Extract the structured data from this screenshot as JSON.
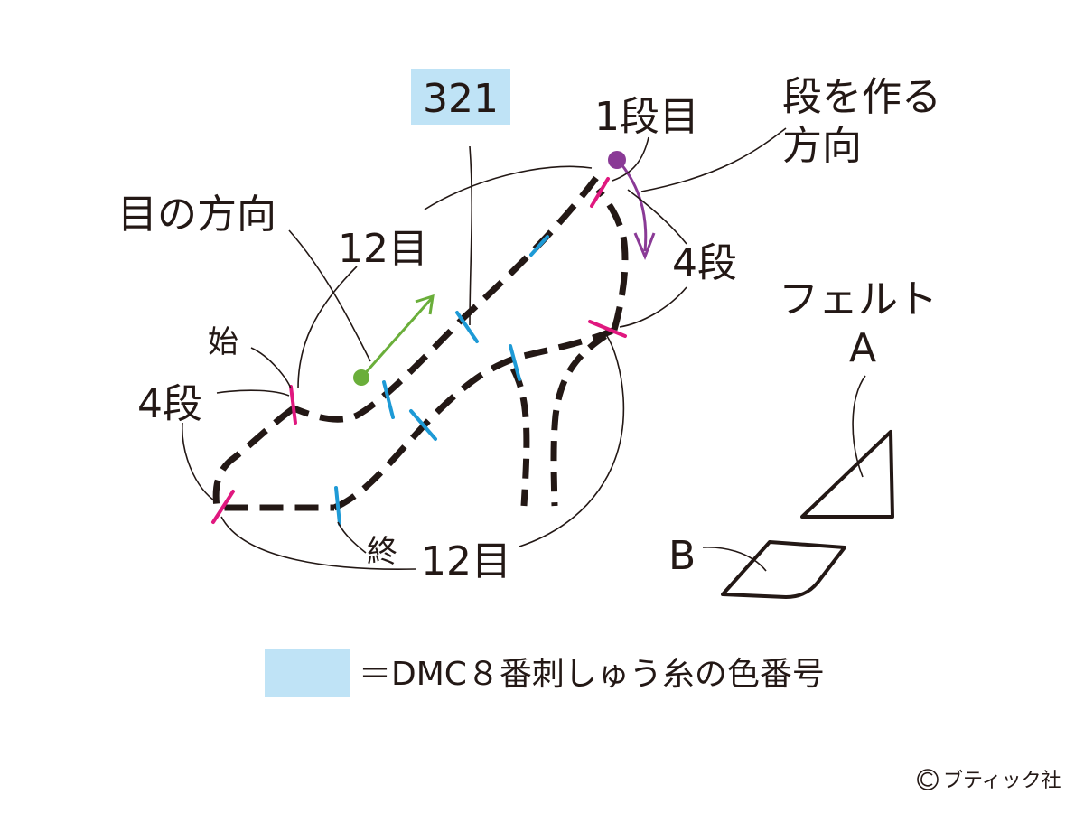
{
  "color_label": {
    "text": "321",
    "swatch_color": "#bfe3f6"
  },
  "labels": {
    "direction_stitch": "目の方向",
    "row1": "1段目",
    "row_direction_line1": "段を作る",
    "row_direction_line2": "方向",
    "stitches_top": "12目",
    "rows_right": "4段",
    "start": "始",
    "rows_left": "4段",
    "end": "終",
    "stitches_bottom": "12目"
  },
  "felt": {
    "title": "フェルト",
    "piece_a": "A",
    "piece_b": "B"
  },
  "legend": {
    "text": "＝DMC８番刺しゅう糸の色番号",
    "swatch_color": "#bfe3f6"
  },
  "copyright": "ブティック社",
  "colors": {
    "outline": "#231815",
    "stitch_marker": "#1e9ad6",
    "row_marker": "#e0187f",
    "row_direction_arrow": "#8a3a96",
    "stitch_direction_arrow": "#6aae3a"
  },
  "icons": {
    "copyright": "copyright-icon"
  }
}
